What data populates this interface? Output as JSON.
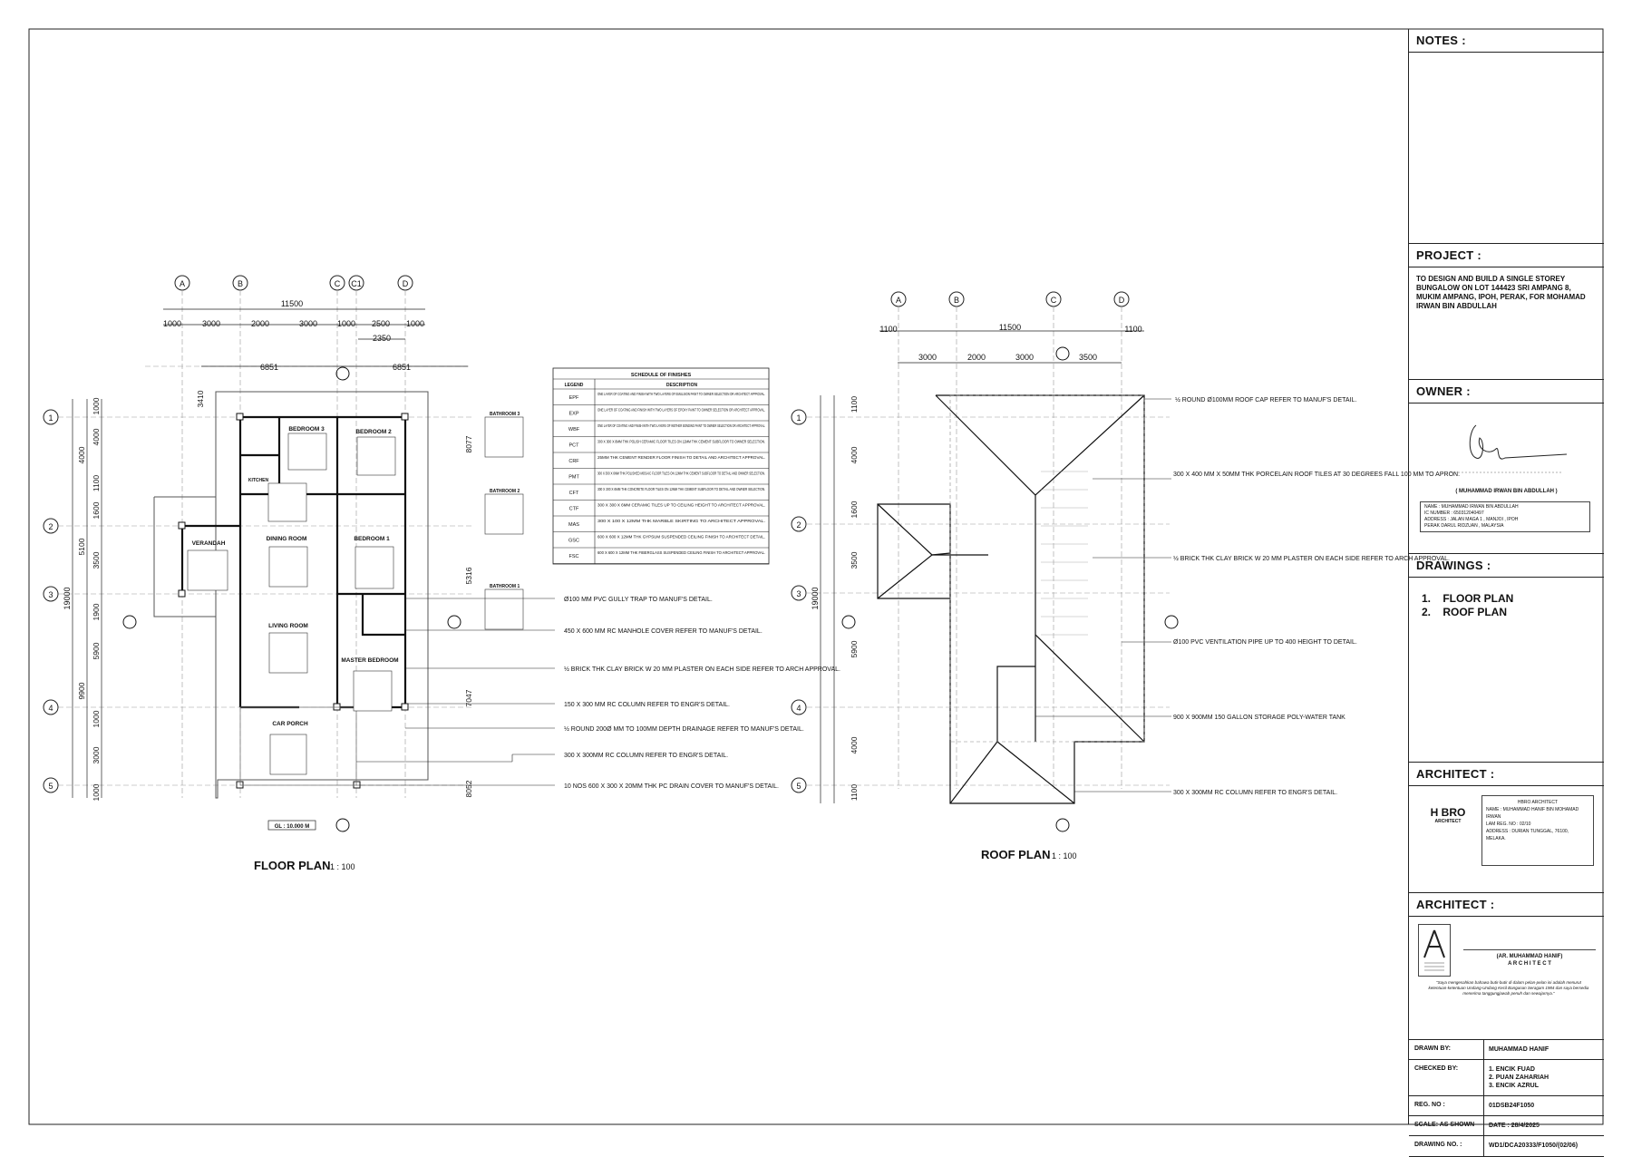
{
  "floor_plan": {
    "title": "FLOOR PLAN",
    "scale": "1 : 100",
    "grid_cols": [
      "A",
      "B",
      "C",
      "C1",
      "D"
    ],
    "grid_rows": [
      "1",
      "2",
      "3",
      "4",
      "5"
    ],
    "overall_width": "11500",
    "top_dims": [
      "1000",
      "3000",
      "2000",
      "3000",
      "1000",
      "2500",
      "1000"
    ],
    "dim_2350": "2350",
    "dim_6851a": "6851",
    "dim_6851b": "6851",
    "left_overall": "19000",
    "left_dims_a": [
      "1000",
      "4000",
      "1100",
      "1600",
      "3500",
      "1900",
      "5900",
      "1000",
      "3000",
      "1000"
    ],
    "left_dims_b": [
      "4000",
      "5100",
      "9900"
    ],
    "dim_3410": "3410",
    "right_dims": [
      "8077",
      "5316",
      "7047",
      "8052"
    ],
    "rooms": [
      "BEDROOM 3",
      "BEDROOM 2",
      "KITCHEN",
      "VERANDAH",
      "DINING ROOM",
      "BEDROOM 1",
      "LIVING ROOM",
      "MASTER BEDROOM",
      "CAR PORCH"
    ],
    "bath_labels": [
      "BATHROOM 3",
      "BATHROOM 2",
      "BATHROOM 1"
    ],
    "gl": "GL : 10.000 M",
    "notes": [
      "Ø100 MM PVC GULLY TRAP TO MANUF'S DETAIL.",
      "450 X 600 MM RC MANHOLE COVER REFER TO MANUF'S DETAIL.",
      "½ BRICK THK CLAY BRICK W 20 MM PLASTER ON EACH SIDE REFER TO ARCH APPROVAL.",
      "150 X 300 MM RC COLUMN REFER TO ENGR'S DETAIL.",
      "½ ROUND 200Ø MM TO 100MM DEPTH DRAINAGE REFER TO MANUF'S DETAIL.",
      "300 X 300MM  RC COLUMN REFER TO ENGR'S DETAIL.",
      "10 NOS 600 X 300 X  20MM THK PC DRAIN COVER TO MANUF'S DETAIL."
    ]
  },
  "schedule": {
    "title": "SCHEDULE OF FINISHES",
    "col_legend": "LEGEND",
    "col_desc": "DESCRIPTION",
    "rows": [
      [
        "EPF",
        "ONE LAYER OF COATING AND FINISH WITH TWO LAYERS OF EMULSION PAINT TO OWNER SELECTION OR ARCHITECT APPROVAL."
      ],
      [
        "EXP",
        "ONE LAYER OF COATING AND FINISH WITH TWO LAYERS OF EPOXY PAINT TO OWNER SELECTION OR ARCHITECT APPROVAL."
      ],
      [
        "WBF",
        "ONE LAYER OF COATING AND FINISH WITH TWO LAYERS OF WETHER BONDING PAINT TO OWNER SELECTION OR ARCHITECT APPROVAL."
      ],
      [
        "PCT",
        "300 X 300 X 8MM THK POLISH CERAMIC FLOOR TILES ON 12MM THK CEMENT SUBFLOOR TO OWNER SELECTION."
      ],
      [
        "CRF",
        "25MM THK CEMENT RENDER FLOOR FINISH TO DETAIL AND ARCHITECT APPROVAL."
      ],
      [
        "PMT",
        "300 X 300 X 6MM THK POLISHED MOSAIC FLOOR TILES ON 12MM THK CEMENT SUBFLOOR TO DETAIL AND OWNER SELECTION."
      ],
      [
        "CFT",
        "300 X 300 X 6MM THK CONCRETE FLOOR TILES ON 12MM THK CEMENT SUBFLOOR TO DETAIL AND OWNER SELECTION."
      ],
      [
        "CTF",
        "300 X 300 X 6MM CERAMIC TILES UP TO CEILING HEIGHT TO ARCHITECT APPROVAL."
      ],
      [
        "MAS",
        "300 X 100 X 12MM THK MARBLE SKIRTING TO ARCHITECT APPROVAL."
      ],
      [
        "GSC",
        "600 X 600 X 12MM THK GYPSUM SUSPENDED CEILING FINISH TO ARCHITECT DETAIL."
      ],
      [
        "FSC",
        "600 X 600 X 12MM THK FIBERGLASS SUSPENDED CEILING FINISH TO ARCHITECT APPROVAL."
      ]
    ]
  },
  "roof_plan": {
    "title": "ROOF PLAN",
    "scale": "1 : 100",
    "grid_cols": [
      "A",
      "B",
      "C",
      "D"
    ],
    "grid_rows": [
      "1",
      "2",
      "3",
      "4",
      "5"
    ],
    "overall_width": "11500",
    "top_dims": [
      "1100",
      "3000",
      "2000",
      "3000",
      "3500",
      "1100"
    ],
    "left_overall": "19000",
    "left_dims": [
      "1100",
      "4000",
      "1600",
      "3500",
      "5900",
      "4000",
      "1100"
    ],
    "notes": [
      "½ ROUND Ø100MM ROOF CAP REFER TO MANUF'S DETAIL.",
      "300 X 400 MM X 50MM THK PORCELAIN ROOF TILES AT 30 DEGREES FALL 100 MM TO APRON.",
      "½ BRICK THK CLAY BRICK W 20 MM PLASTER ON EACH SIDE REFER TO ARCH APPROVAL.",
      "Ø100 PVC VENTILATION PIPE UP TO 400 HEIGHT TO DETAIL.",
      "900 X 900MM 150 GALLON STORAGE POLY-WATER TANK",
      "300 X 300MM  RC COLUMN REFER TO ENGR'S DETAIL."
    ]
  },
  "title_block": {
    "notes_h": "NOTES :",
    "project_h": "PROJECT :",
    "project_text": "TO DESIGN AND BUILD A SINGLE STOREY BUNGALOW ON LOT 144423 SRI AMPANG 8, MUKIM AMPANG, IPOH, PERAK, FOR MOHAMAD IRWAN BIN ABDULLAH",
    "owner_h": "OWNER :",
    "owner_name": "( MUHAMMAD IRWAN BIN ABDULLAH )",
    "owner_lines": [
      "NAME : MUHAMMAD IRWAN BIN ABDULLAH",
      "IC NUMBER : 650312040497",
      "ADDRESS : JALAN MAGA 1 , MANJOI , IPOH",
      "PERAK DARUL RIDZUAN , MALAYSIA"
    ],
    "drawings_h": "DRAWINGS :",
    "drawings": [
      "1.    FLOOR PLAN",
      "2.    ROOF PLAN"
    ],
    "architect_h": "ARCHITECT :",
    "firm": "H BRO",
    "firm_sub": "ARCHITECT",
    "arch_lines": [
      "HBRO ARCHITECT",
      "NAME : MUHAMMAD HANIF BIN MOHAMAD IRWAN",
      "LAM REG. NO : 02/10",
      "ADDRESS : DURIAN TUNGGAL, 76100, MELAKA."
    ],
    "architect2_h": "ARCHITECT :",
    "arch2_name": "(AR.  MUHAMMAD HANIF)",
    "arch2_title": "A R C H I T E C T",
    "arch2_note": "\"Saya mengesahkan bahawa butir-butir di dalam pelan-pelan ini adalah menurut ketentuan-ketentuan Undang-Undang Kecil Bangunan Seragam 1984 dan saya bersedia menerima tanggungjawab penuh dan sewajarnya.\"",
    "drawn_by_k": "DRAWN BY:",
    "drawn_by_v": "MUHAMMAD HANIF",
    "checked_by_k": "CHECKED BY:",
    "checked_by_v": [
      "1. ENCIK FUAD",
      "2. PUAN ZAHARIAH",
      "3. ENCIK AZRUL"
    ],
    "reg_k": "REG. NO :",
    "reg_v": "01DSB24F1050",
    "scale_k": "SCALE: AS SHOWN",
    "date_v": "DATE  : 28/4/2025",
    "drawing_no_k": "DRAWING NO. :",
    "drawing_no_v": "WD1/DCA20333/F1050/(02/06)"
  }
}
